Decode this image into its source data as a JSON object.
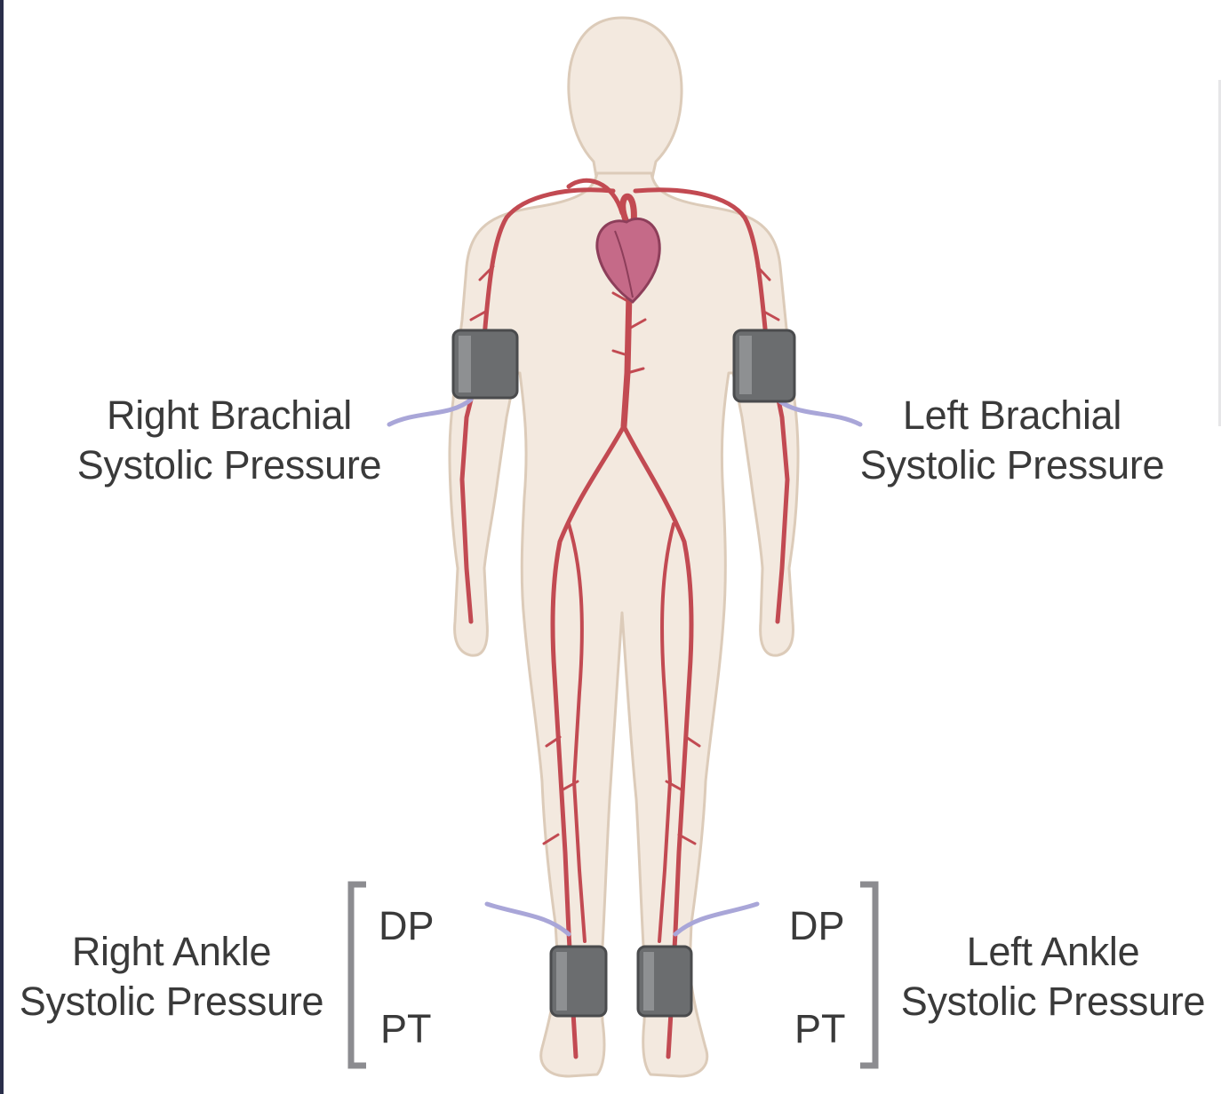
{
  "labels": {
    "right_brachial": {
      "line1": "Right Brachial",
      "line2": "Systolic Pressure"
    },
    "left_brachial": {
      "line1": "Left Brachial",
      "line2": "Systolic Pressure"
    },
    "right_ankle": {
      "line1": "Right Ankle",
      "line2": "Systolic Pressure"
    },
    "left_ankle": {
      "line1": "Left Ankle",
      "line2": "Systolic Pressure"
    }
  },
  "pulses": {
    "right_dp": "DP",
    "right_pt": "PT",
    "left_dp": "DP",
    "left_pt": "PT"
  },
  "colors": {
    "skin": "#f3e9df",
    "skin_outline": "#d9c9b8",
    "artery": "#c24a52",
    "artery_light": "#e39a9c",
    "heart": "#c56a88",
    "cuff": "#6b6d6f",
    "tube": "#a9a6d8",
    "bracket": "#8c8c90",
    "text": "#3a3a3a"
  }
}
